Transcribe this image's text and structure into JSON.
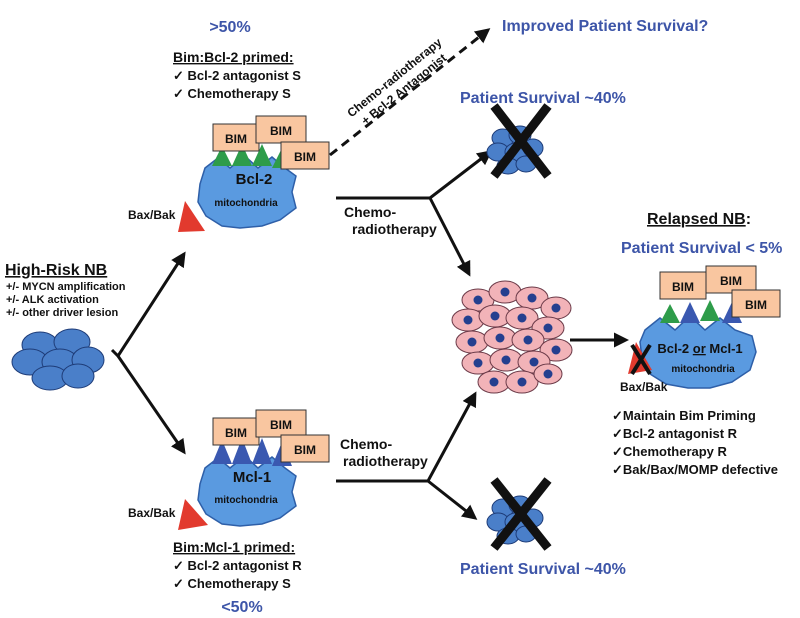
{
  "top_branch": {
    "percent": ">50%",
    "heading": "Bim:Bcl-2 primed:",
    "items": [
      "✓ Bcl-2 antagonist S",
      "✓ Chemotherapy S"
    ],
    "protein": "Bcl-2",
    "organelle": "mitochondria",
    "effector": "Bax/Bak",
    "bim_labels": [
      "BIM",
      "BIM",
      "BIM"
    ],
    "combo_therapy_line1": "Chemo-radiotherapy",
    "combo_therapy_line2": "+ Bcl-2 Antagonist",
    "combo_outcome": "Improved Patient Survival?",
    "colors": {
      "bim_anchor": "#2e9c4a",
      "blob": "#5a9ae0"
    }
  },
  "bottom_branch": {
    "percent": "<50%",
    "heading": "Bim:Mcl-1 primed:",
    "items": [
      "✓ Bcl-2 antagonist R",
      "✓ Chemotherapy S"
    ],
    "protein": "Mcl-1",
    "organelle": "mitochondria",
    "effector": "Bax/Bak",
    "bim_labels": [
      "BIM",
      "BIM",
      "BIM"
    ],
    "colors": {
      "bim_anchor": "#3a58b0",
      "blob": "#5a9ae0"
    }
  },
  "start": {
    "title": "High-Risk NB",
    "lines": [
      "+/- MYCN amplification",
      "+/- ALK activation",
      "+/- other driver lesion"
    ]
  },
  "treatment": {
    "top_line1": "Chemo-",
    "top_line2": "radiotherapy",
    "bottom_line1": "Chemo-",
    "bottom_line2": "radiotherapy"
  },
  "outcomes": {
    "top_survival": "Patient Survival ~40%",
    "bottom_survival": "Patient Survival ~40%"
  },
  "relapsed": {
    "title": "Relapsed NB",
    "title_suffix": ":",
    "survival": "Patient Survival < 5%",
    "protein_part1": "Bcl-2",
    "protein_or": "or",
    "protein_part2": "Mcl-1",
    "organelle": "mitochondria",
    "effector": "Bax/Bak",
    "bim_labels": [
      "BIM",
      "BIM",
      "BIM"
    ],
    "items": [
      "✓Maintain Bim Priming",
      "✓Bcl-2 antagonist R",
      "✓Chemotherapy R",
      "✓Bak/Bax/MOMP defective"
    ]
  },
  "colors": {
    "accent_blue": "#3d55a8",
    "bim_box": "#f9c6a0",
    "effector_red": "#e23a2e",
    "tumor_cell": "#4a7fc9",
    "relapsed_cell": "#f2b3b8"
  }
}
